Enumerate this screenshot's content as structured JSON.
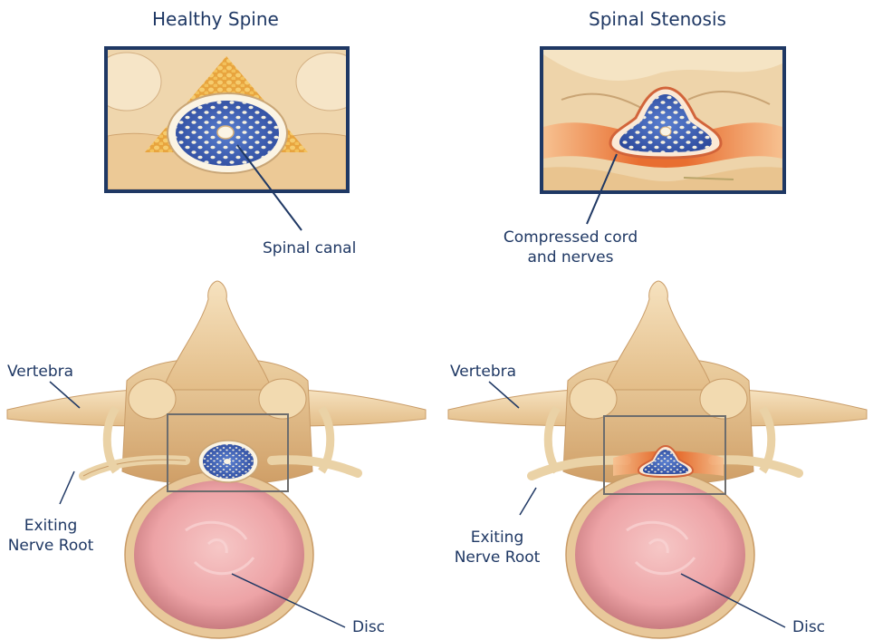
{
  "titles": {
    "healthy": "Healthy Spine",
    "stenosis": "Spinal Stenosis"
  },
  "labels": {
    "spinal_canal": "Spinal canal",
    "compressed_line1": "Compressed cord",
    "compressed_line2": "and nerves",
    "left_vertebra": "Vertebra",
    "left_exiting_line1": "Exiting",
    "left_exiting_line2": "Nerve Root",
    "left_disc": "Disc",
    "right_vertebra": "Vertebra",
    "right_exiting_line1": "Exiting",
    "right_exiting_line2": "Nerve Root",
    "right_disc": "Disc"
  },
  "colors": {
    "frame": "#1f3864",
    "label": "#1f3864",
    "bone": "#efd3a8",
    "bone_shade": "#d8ad77",
    "disc": "#f2b8b5",
    "canal_blue": "#3d5fb5",
    "inflamed": "#e4742f",
    "fat": "#f1b54a"
  }
}
